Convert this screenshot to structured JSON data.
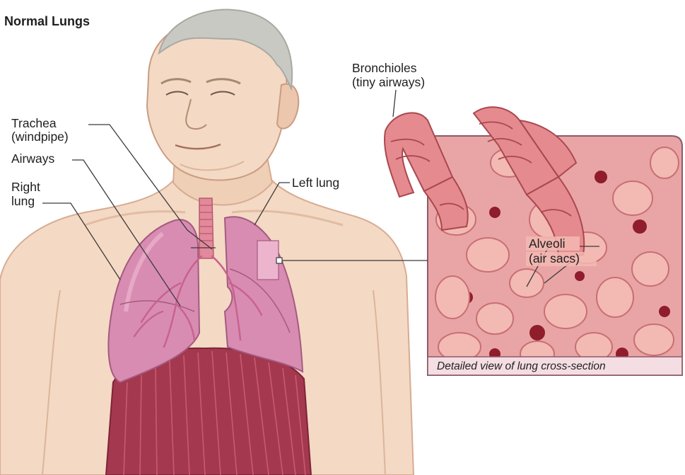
{
  "title": "Normal Lungs",
  "labels": {
    "trachea": [
      "Trachea",
      "(windpipe)"
    ],
    "airways": "Airways",
    "right_lung": [
      "Right",
      "lung"
    ],
    "left_lung": "Left lung",
    "bronchioles": [
      "Bronchioles",
      "(tiny airways)"
    ],
    "alveoli": [
      "Alveoli",
      "(air sacs)"
    ]
  },
  "caption": "Detailed view of lung cross-section",
  "colors": {
    "skin": "#f4d9c4",
    "skin_shadow": "#e2bca2",
    "hair": "#c9c9c4",
    "lung": "#d98cb2",
    "lung_light": "#ecb4cd",
    "trachea": "#e4899b",
    "diaphragm": "#a4384f",
    "alveoli_bg": "#e9a5a5",
    "alveoli_cell": "#f3b9b3",
    "blood": "#8f1d2b",
    "panel_border": "#8c5a67",
    "caption_bg": "#f4dde3"
  }
}
